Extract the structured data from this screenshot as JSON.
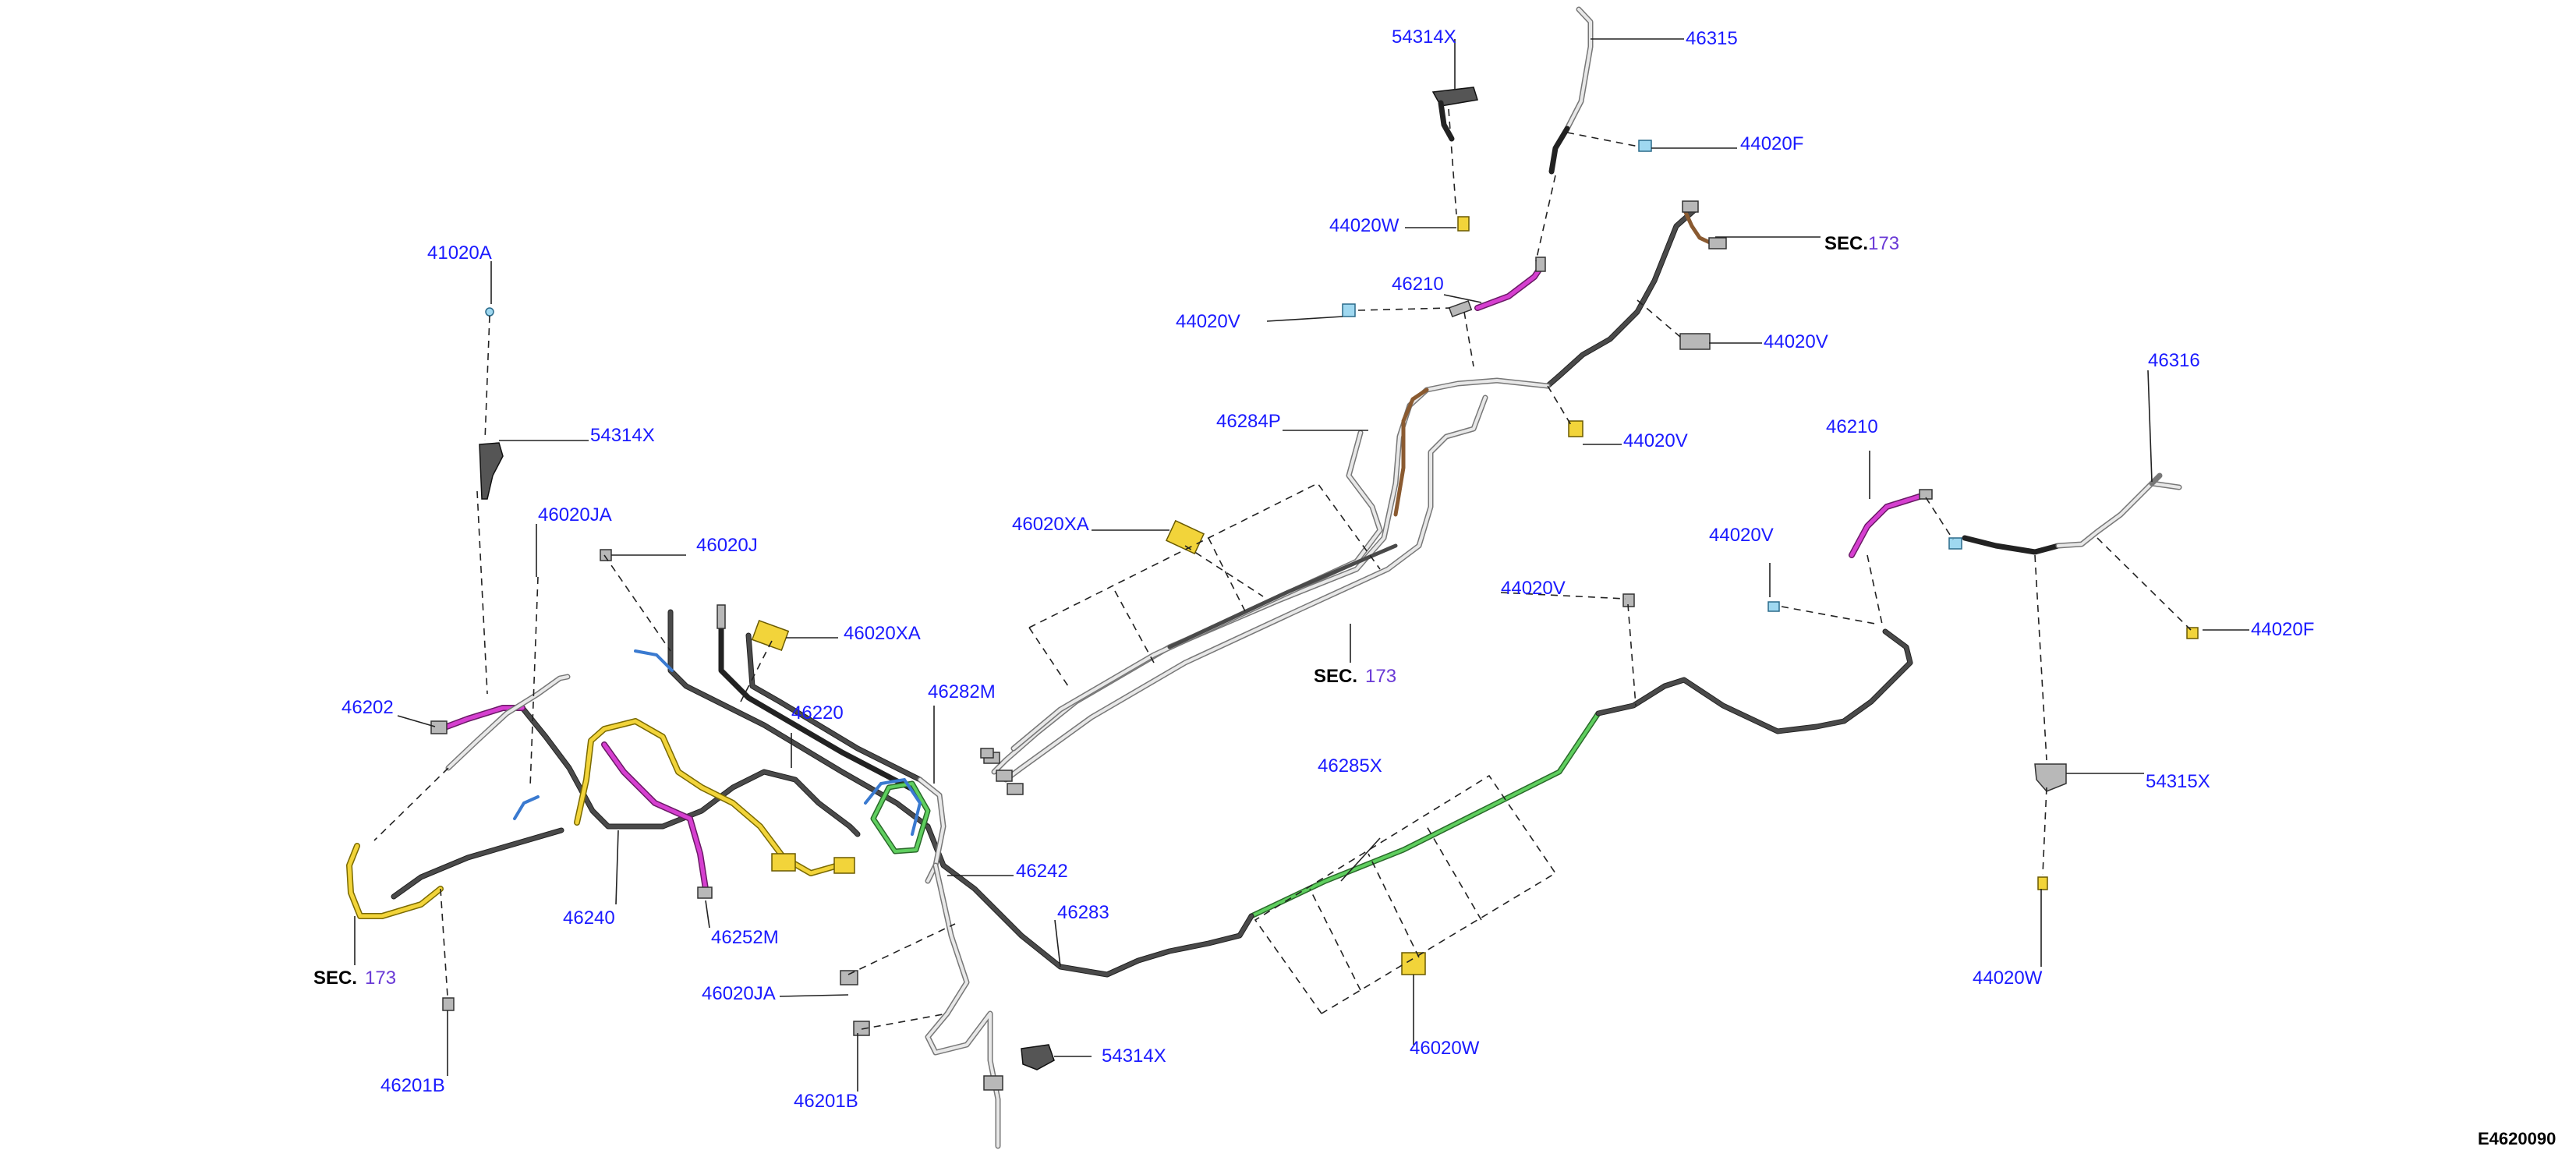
{
  "diagram": {
    "reference_code": "E4620090",
    "part_labels": [
      {
        "id": "54314X-top",
        "text": "54314X"
      },
      {
        "id": "46315",
        "text": "46315"
      },
      {
        "id": "44020F-top",
        "text": "44020F"
      },
      {
        "id": "44020W-top",
        "text": "44020W"
      },
      {
        "id": "46210-top",
        "text": "46210"
      },
      {
        "id": "44020V-a",
        "text": "44020V"
      },
      {
        "id": "44020V-b",
        "text": "44020V"
      },
      {
        "id": "44020V-c",
        "text": "44020V"
      },
      {
        "id": "46284P",
        "text": "46284P"
      },
      {
        "id": "41020A",
        "text": "41020A"
      },
      {
        "id": "54314X-left",
        "text": "54314X"
      },
      {
        "id": "46020JA-top",
        "text": "46020JA"
      },
      {
        "id": "46020J",
        "text": "46020J"
      },
      {
        "id": "46020XA-a",
        "text": "46020XA"
      },
      {
        "id": "46020XA-b",
        "text": "46020XA"
      },
      {
        "id": "46220",
        "text": "46220"
      },
      {
        "id": "46282M",
        "text": "46282M"
      },
      {
        "id": "46202",
        "text": "46202"
      },
      {
        "id": "46240",
        "text": "46240"
      },
      {
        "id": "46252M",
        "text": "46252M"
      },
      {
        "id": "46242",
        "text": "46242"
      },
      {
        "id": "46283",
        "text": "46283"
      },
      {
        "id": "46020JA-bottom",
        "text": "46020JA"
      },
      {
        "id": "46201B-left",
        "text": "46201B"
      },
      {
        "id": "46201B-bottom",
        "text": "46201B"
      },
      {
        "id": "54314X-bottom",
        "text": "54314X"
      },
      {
        "id": "46285X",
        "text": "46285X"
      },
      {
        "id": "46020W",
        "text": "46020W"
      },
      {
        "id": "44020V-mid",
        "text": "44020V"
      },
      {
        "id": "46316",
        "text": "46316"
      },
      {
        "id": "46210-right",
        "text": "46210"
      },
      {
        "id": "44020V-right",
        "text": "44020V"
      },
      {
        "id": "44020F-right",
        "text": "44020F"
      },
      {
        "id": "54315X",
        "text": "54315X"
      },
      {
        "id": "44020W-right",
        "text": "44020W"
      }
    ],
    "section_refs": [
      {
        "id": "sec-top-right",
        "word": "SEC.",
        "number": "173"
      },
      {
        "id": "sec-middle",
        "word": "SEC.",
        "number": "173"
      },
      {
        "id": "sec-left",
        "word": "SEC.",
        "number": "173"
      }
    ]
  }
}
